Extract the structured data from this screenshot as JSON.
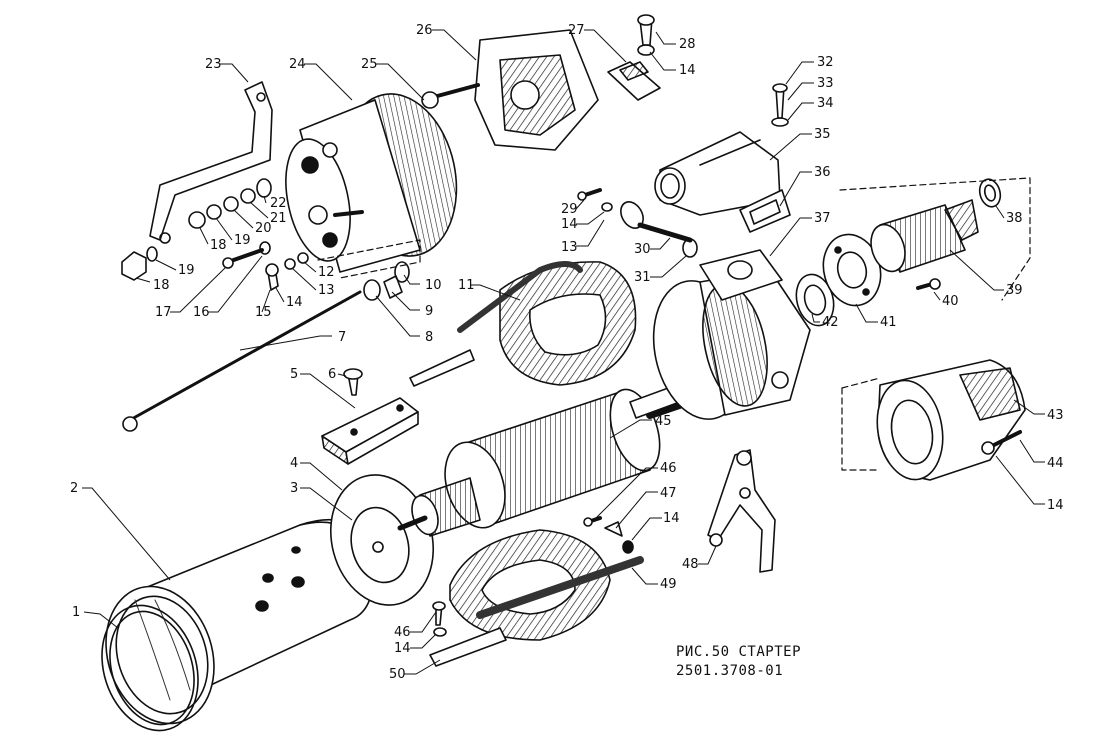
{
  "figure": {
    "caption_line1": "РИС.50 СТАРТЕР",
    "caption_line2": "2501.3708-01"
  },
  "callouts": [
    {
      "id": "c1",
      "label": "1"
    },
    {
      "id": "c2",
      "label": "2"
    },
    {
      "id": "c3",
      "label": "3"
    },
    {
      "id": "c4",
      "label": "4"
    },
    {
      "id": "c5",
      "label": "5"
    },
    {
      "id": "c6",
      "label": "6"
    },
    {
      "id": "c7",
      "label": "7"
    },
    {
      "id": "c8",
      "label": "8"
    },
    {
      "id": "c9",
      "label": "9"
    },
    {
      "id": "c10",
      "label": "10"
    },
    {
      "id": "c11",
      "label": "11"
    },
    {
      "id": "c12",
      "label": "12"
    },
    {
      "id": "c13a",
      "label": "13"
    },
    {
      "id": "c13b",
      "label": "13"
    },
    {
      "id": "c14a",
      "label": "14"
    },
    {
      "id": "c14b",
      "label": "14"
    },
    {
      "id": "c14c",
      "label": "14"
    },
    {
      "id": "c14d",
      "label": "14"
    },
    {
      "id": "c14e",
      "label": "14"
    },
    {
      "id": "c14f",
      "label": "14"
    },
    {
      "id": "c15",
      "label": "15"
    },
    {
      "id": "c16",
      "label": "16"
    },
    {
      "id": "c17",
      "label": "17"
    },
    {
      "id": "c18a",
      "label": "18"
    },
    {
      "id": "c18b",
      "label": "18"
    },
    {
      "id": "c19a",
      "label": "19"
    },
    {
      "id": "c19b",
      "label": "19"
    },
    {
      "id": "c20",
      "label": "20"
    },
    {
      "id": "c21",
      "label": "21"
    },
    {
      "id": "c22",
      "label": "22"
    },
    {
      "id": "c23",
      "label": "23"
    },
    {
      "id": "c24",
      "label": "24"
    },
    {
      "id": "c25",
      "label": "25"
    },
    {
      "id": "c26",
      "label": "26"
    },
    {
      "id": "c27",
      "label": "27"
    },
    {
      "id": "c28",
      "label": "28"
    },
    {
      "id": "c29",
      "label": "29"
    },
    {
      "id": "c30",
      "label": "30"
    },
    {
      "id": "c31",
      "label": "31"
    },
    {
      "id": "c32",
      "label": "32"
    },
    {
      "id": "c33",
      "label": "33"
    },
    {
      "id": "c34",
      "label": "34"
    },
    {
      "id": "c35",
      "label": "35"
    },
    {
      "id": "c36",
      "label": "36"
    },
    {
      "id": "c37",
      "label": "37"
    },
    {
      "id": "c38",
      "label": "38"
    },
    {
      "id": "c39",
      "label": "39"
    },
    {
      "id": "c40",
      "label": "40"
    },
    {
      "id": "c41",
      "label": "41"
    },
    {
      "id": "c42",
      "label": "42"
    },
    {
      "id": "c43",
      "label": "43"
    },
    {
      "id": "c44",
      "label": "44"
    },
    {
      "id": "c45",
      "label": "45"
    },
    {
      "id": "c46a",
      "label": "46"
    },
    {
      "id": "c46b",
      "label": "46"
    },
    {
      "id": "c47",
      "label": "47"
    },
    {
      "id": "c48",
      "label": "48"
    },
    {
      "id": "c49",
      "label": "49"
    },
    {
      "id": "c50",
      "label": "50"
    }
  ]
}
